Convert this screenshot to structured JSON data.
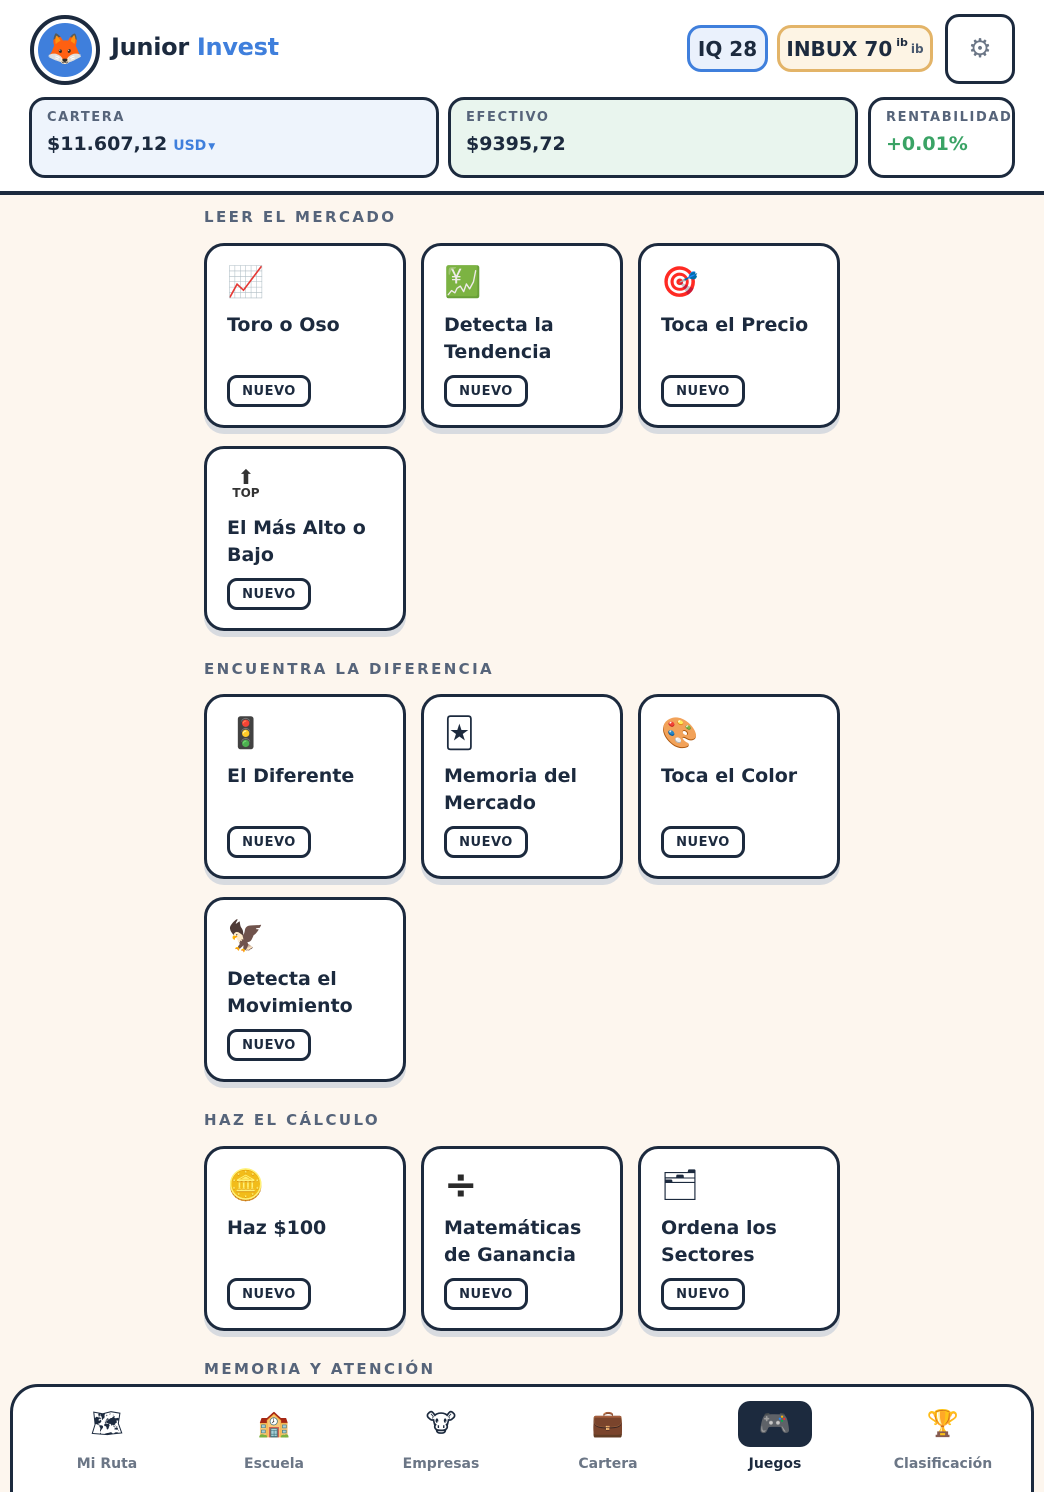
{
  "header": {
    "avatar_icon": "fox-icon",
    "brand_part1": "Junior",
    "brand_part2": "Invest",
    "iq_label": "IQ 28",
    "inbux_label": "INBUX 70",
    "inbux_sup": "ib",
    "inbux_unit": "ib",
    "settings_icon": "gear-icon"
  },
  "stats": {
    "cartera": {
      "label": "CARTERA",
      "value": "$11.607,12",
      "currency": "USD"
    },
    "efectivo": {
      "label": "EFECTIVO",
      "value": "$9395,72"
    },
    "rentabilidad": {
      "label": "RENTABILIDAD",
      "value": "+0.01%"
    }
  },
  "badge_text": "NUEVO",
  "sections": [
    {
      "title": "LEER EL MERCADO",
      "cards": [
        {
          "title": "Toro o Oso",
          "icon": "chart-increasing-icon"
        },
        {
          "title": "Detecta la Tendencia",
          "icon": "chart-yen-icon"
        },
        {
          "title": "Toca el Precio",
          "icon": "target-icon"
        },
        {
          "title": "El Más Alto o Bajo",
          "icon": "top-arrow-icon",
          "icon_text": "TOP"
        }
      ]
    },
    {
      "title": "ENCUENTRA LA DIFERENCIA",
      "cards": [
        {
          "title": "El Diferente",
          "icon": "traffic-light-icon"
        },
        {
          "title": "Memoria del Mercado",
          "icon": "joker-card-icon"
        },
        {
          "title": "Toca el Color",
          "icon": "palette-icon"
        },
        {
          "title": "Detecta el Movimiento",
          "icon": "eagle-icon"
        }
      ]
    },
    {
      "title": "HAZ EL CÁLCULO",
      "cards": [
        {
          "title": "Haz $100",
          "icon": "coin-icon"
        },
        {
          "title": "Matemáticas de Ganancia",
          "icon": "divide-icon"
        },
        {
          "title": "Ordena los Sectores",
          "icon": "card-index-icon"
        }
      ]
    },
    {
      "title": "MEMORIA Y ATENCIÓN",
      "cards": []
    }
  ],
  "nav": [
    {
      "label": "Mi Ruta",
      "icon": "map-icon"
    },
    {
      "label": "Escuela",
      "icon": "school-icon"
    },
    {
      "label": "Empresas",
      "icon": "cow-icon"
    },
    {
      "label": "Cartera",
      "icon": "briefcase-icon"
    },
    {
      "label": "Juegos",
      "icon": "game-controller-icon",
      "active": true
    },
    {
      "label": "Clasificación",
      "icon": "trophy-icon"
    }
  ]
}
